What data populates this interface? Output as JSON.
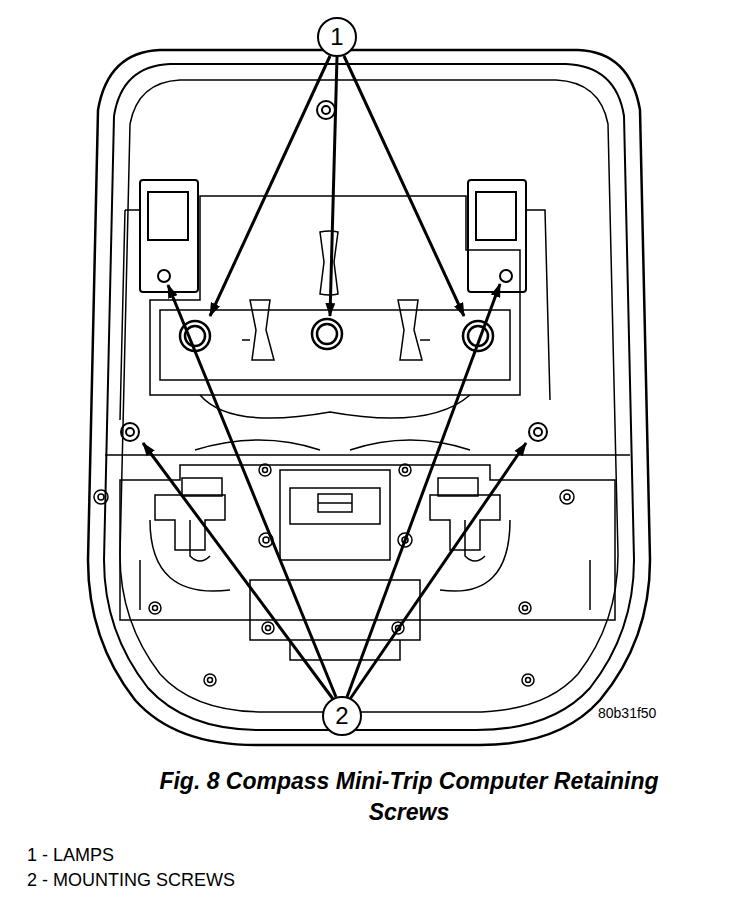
{
  "diagram": {
    "caption": "Fig. 8 Compass Mini-Trip Computer Retaining Screws",
    "labels": [
      "1",
      "2",
      "80b31f50",
      "1 - LAMPS",
      "2 - MOUNTING SCREWS"
    ]
  }
}
